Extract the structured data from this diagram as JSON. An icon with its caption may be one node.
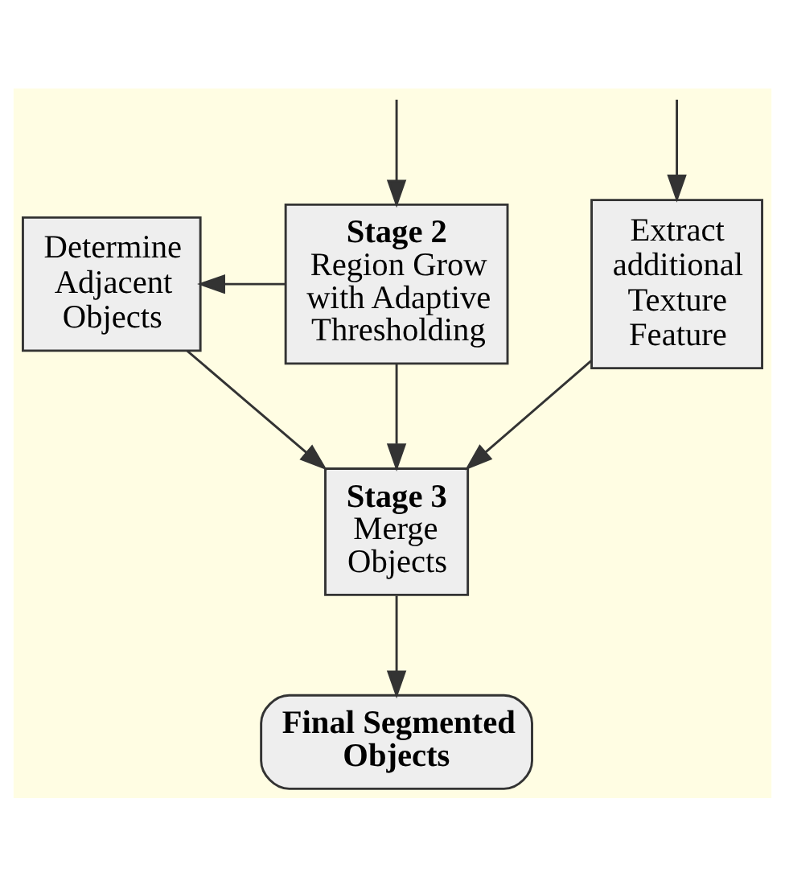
{
  "diagram": {
    "nodes": [
      {
        "text": [
          "Stage 2",
          "Region Grow with Adaptive Thresholding"
        ]
      },
      {
        "text": [
          "Determine Adjacent Objects"
        ]
      },
      {
        "text": [
          "Extract additional Texture Feature"
        ]
      },
      {
        "text": [
          "Stage 3",
          "Merge Objects"
        ]
      },
      {
        "text": [
          "Final Segmented Objects"
        ]
      }
    ],
    "edges": [
      {
        "from": null,
        "to": 0,
        "arrow": "to"
      },
      {
        "from": null,
        "to": 2,
        "arrow": "to"
      },
      {
        "from": 0,
        "to": 1,
        "arrow": "to"
      },
      {
        "from": 0,
        "to": 3,
        "arrow": "to"
      },
      {
        "from": 1,
        "to": 3,
        "arrow": "to"
      },
      {
        "from": 2,
        "to": 3,
        "arrow": "to"
      },
      {
        "from": 3,
        "to": 4,
        "arrow": "to"
      }
    ]
  }
}
